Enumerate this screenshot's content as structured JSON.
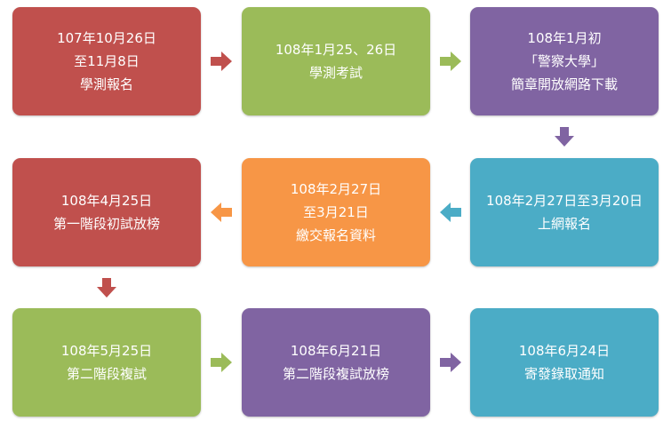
{
  "colors": {
    "red": "#c0504d",
    "green": "#9bbb59",
    "purple": "#8064a2",
    "teal": "#4bacc6",
    "orange": "#f79646"
  },
  "steps": [
    {
      "id": "step-1",
      "color": "red",
      "lines": [
        "107年10月26日",
        "至11月8日",
        "學測報名"
      ]
    },
    {
      "id": "step-2",
      "color": "green",
      "lines": [
        "108年1月25、26日",
        "學測考試"
      ]
    },
    {
      "id": "step-3",
      "color": "purple",
      "lines": [
        "108年1月初",
        "「警察大學」",
        "簡章開放網路下載"
      ]
    },
    {
      "id": "step-4",
      "color": "teal",
      "lines": [
        "108年2月27日至3月20日",
        "上網報名"
      ]
    },
    {
      "id": "step-5",
      "color": "orange",
      "lines": [
        "108年2月27日",
        "至3月21日",
        "繳交報名資料"
      ]
    },
    {
      "id": "step-6",
      "color": "red",
      "lines": [
        "108年4月25日",
        "第一階段初試放榜"
      ]
    },
    {
      "id": "step-7",
      "color": "green",
      "lines": [
        "108年5月25日",
        "第二階段複試"
      ]
    },
    {
      "id": "step-8",
      "color": "purple",
      "lines": [
        "108年6月21日",
        "第二階段複試放榜"
      ]
    },
    {
      "id": "step-9",
      "color": "teal",
      "lines": [
        "108年6月24日",
        "寄發錄取通知"
      ]
    }
  ],
  "arrows": [
    {
      "from": "step-1",
      "to": "step-2",
      "direction": "right",
      "color": "red"
    },
    {
      "from": "step-2",
      "to": "step-3",
      "direction": "right",
      "color": "green"
    },
    {
      "from": "step-3",
      "to": "step-4",
      "direction": "down",
      "color": "purple"
    },
    {
      "from": "step-4",
      "to": "step-5",
      "direction": "left",
      "color": "teal"
    },
    {
      "from": "step-5",
      "to": "step-6",
      "direction": "left",
      "color": "orange"
    },
    {
      "from": "step-6",
      "to": "step-7",
      "direction": "down",
      "color": "red"
    },
    {
      "from": "step-7",
      "to": "step-8",
      "direction": "right",
      "color": "green"
    },
    {
      "from": "step-8",
      "to": "step-9",
      "direction": "right",
      "color": "purple"
    }
  ]
}
